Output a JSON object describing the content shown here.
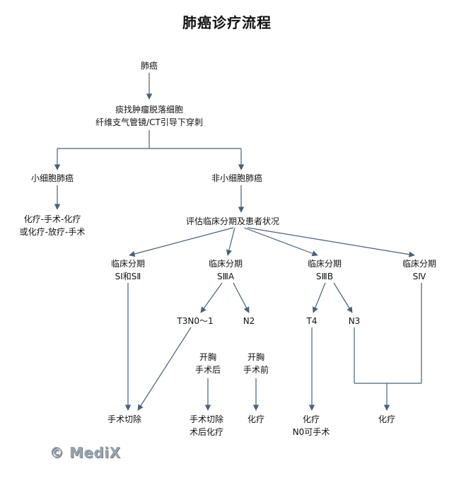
{
  "title": "肺癌诊疗流程",
  "nodes": {
    "lung_cancer": "肺癌",
    "diagnosis": [
      "痰找肿瘤脱落细胞",
      "纤维支气管镜/CT引导下穿刺"
    ],
    "sclc": "小细胞肺癌",
    "sclc_tx": [
      "化疗-手术-化疗",
      "或化疗-放疗-手术"
    ],
    "nsclc": "非小细胞肺癌",
    "assess": "评估临床分期及患者状况",
    "stage12": [
      "临床分期",
      "SⅠ和SⅡ"
    ],
    "stage3a": [
      "临床分期",
      "SⅢA"
    ],
    "stage3b": [
      "临床分期",
      "SⅢB"
    ],
    "stage4": [
      "临床分期",
      "SⅣ"
    ],
    "t3n0": "T3N0～1",
    "n2": "N2",
    "t4": "T4",
    "n3": "N3",
    "open_post": [
      "开胸",
      "手术后"
    ],
    "open_pre": [
      "开胸",
      "手术前"
    ],
    "surgery": "手术切除",
    "surg_chemo": [
      "手术切除",
      "术后化疗"
    ],
    "chemo_a": "化疗",
    "chemo_t4": [
      "化疗",
      "N0可手术"
    ],
    "chemo_b": "化疗"
  },
  "logo": "© MediX",
  "colors": {
    "line": "#4a6076",
    "text": "#111111",
    "logo": "#9aa3ad"
  }
}
